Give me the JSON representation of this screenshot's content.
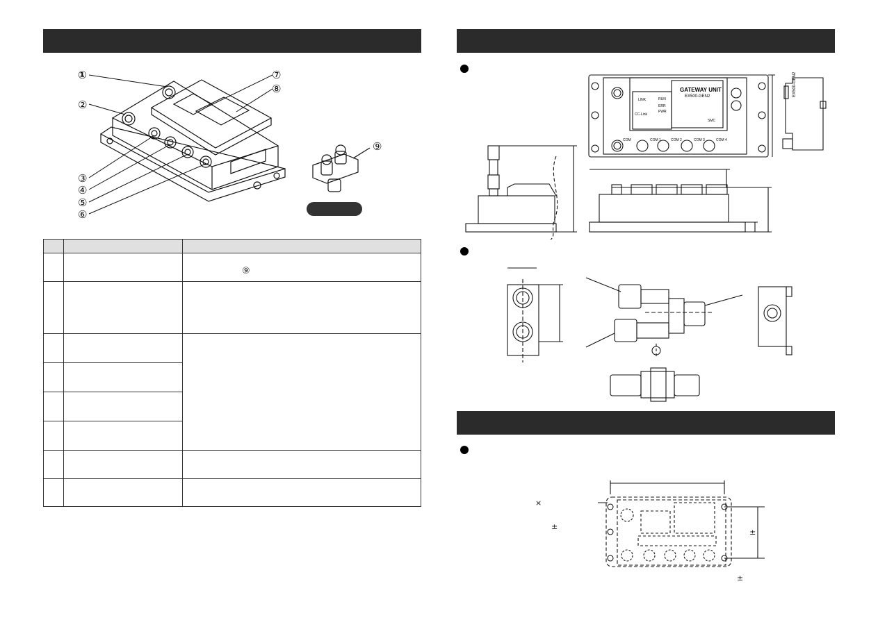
{
  "callouts": [
    "①",
    "②",
    "③",
    "④",
    "⑤",
    "⑥",
    "⑦",
    "⑧",
    "⑨"
  ],
  "table_ref": "⑨",
  "diagram_text": {
    "gateway_unit": "GATEWAY UNIT",
    "model": "EX500-GEN2",
    "link": "LINK",
    "cc_link": "CC-Link",
    "run": "RUN",
    "err": "ERR",
    "pwr": "PWR",
    "smc": "SMC",
    "com": "COM",
    "com1": "COM 1",
    "com2": "COM 2",
    "com3": "COM 3",
    "com4": "COM 4",
    "side_label": "EX500-GEN2"
  },
  "symbols": {
    "times": "×",
    "plusminus": "±"
  }
}
